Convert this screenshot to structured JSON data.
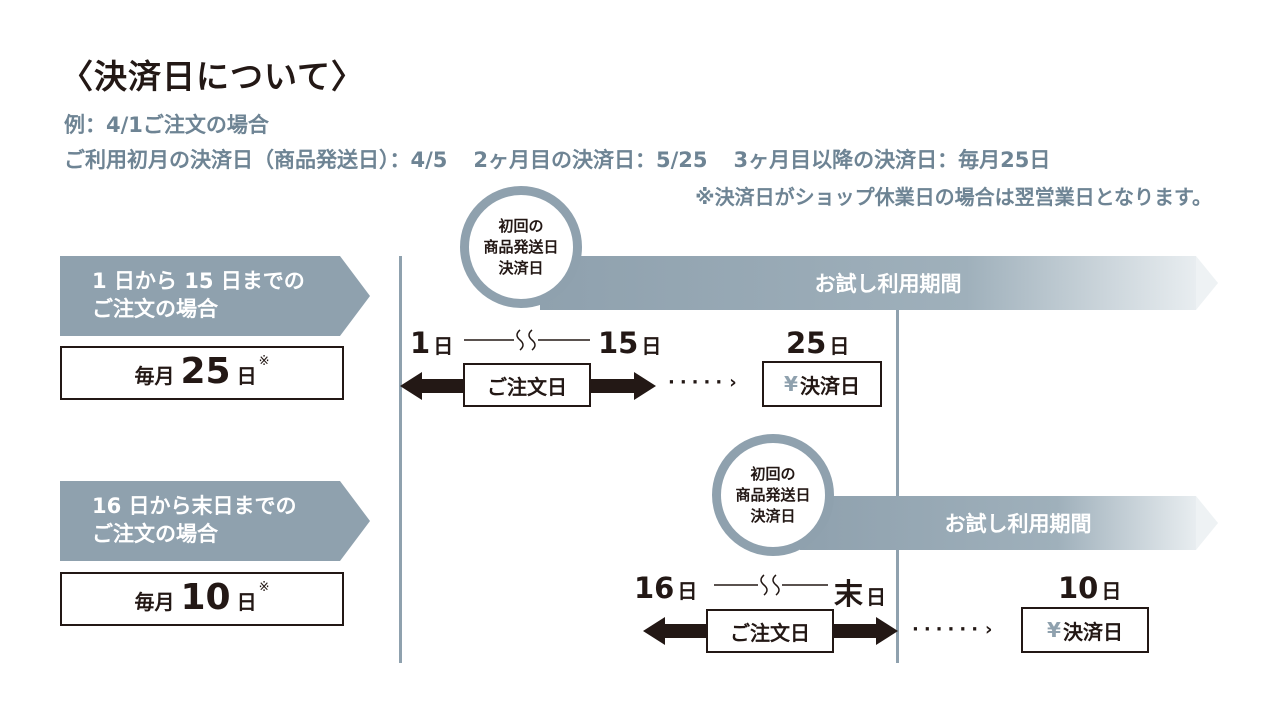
{
  "header": {
    "title": "〈決済日について〉",
    "example": "例：4/1ご注文の場合",
    "first_month": "ご利用初月の決済日（商品発送日）：4/5",
    "second_month": "2ヶ月目の決済日：5/25",
    "third_month": "3ヶ月目以降の決済日：毎月25日",
    "note": "※決済日がショップ休業日の場合は翌営業日となります。"
  },
  "case1": {
    "condition_line1": "1 日から 15 日までの",
    "condition_line2": "ご注文の場合",
    "pay_prefix": "毎月",
    "pay_day": "25",
    "pay_unit": "日",
    "pay_mark": "※",
    "circle_line1": "初回の",
    "circle_line2": "商品発送日",
    "circle_line3": "決済日",
    "period_label": "お試し利用期間",
    "start_num": "1",
    "start_unit": "日",
    "end_num": "15",
    "end_unit": "日",
    "settle_num": "25",
    "settle_unit": "日",
    "order_label": "ご注文日",
    "settle_yen": "¥",
    "settle_label": "決済日",
    "dots": "·····",
    "chevron": "›"
  },
  "case2": {
    "condition_line1": "16 日から末日までの",
    "condition_line2": "ご注文の場合",
    "pay_prefix": "毎月",
    "pay_day": "10",
    "pay_unit": "日",
    "pay_mark": "※",
    "circle_line1": "初回の",
    "circle_line2": "商品発送日",
    "circle_line3": "決済日",
    "period_label": "お試し利用期間",
    "start_num": "16",
    "start_unit": "日",
    "end_num": "末",
    "end_unit": "日",
    "settle_num": "10",
    "settle_unit": "日",
    "order_label": "ご注文日",
    "settle_yen": "¥",
    "settle_label": "決済日",
    "dots": "······",
    "chevron": "›"
  },
  "colors": {
    "accent": "#8fa1ae",
    "text": "#231815",
    "subtext": "#6e8494"
  }
}
